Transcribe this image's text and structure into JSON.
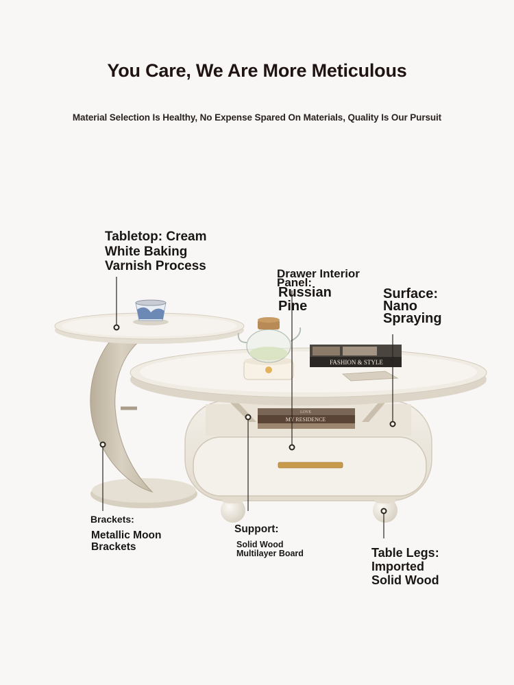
{
  "header": {
    "title": "You Care, We Are More Meticulous",
    "subtitle": "Material Selection Is Healthy, No Expense Spared On Materials, Quality Is Our Pursuit"
  },
  "callouts": {
    "tabletop": [
      "Tabletop: Cream",
      "White Baking",
      "Varnish Process"
    ],
    "drawer_heading": [
      "Drawer Interior",
      "Panel:"
    ],
    "drawer_value": [
      "Russian",
      "Pine"
    ],
    "surface": [
      "Surface:",
      "Nano",
      "Spraying"
    ],
    "brackets_heading": "Brackets:",
    "brackets_value": [
      "Metallic Moon",
      "Brackets"
    ],
    "support_heading": "Support:",
    "support_value": [
      "Solid Wood",
      "Multilayer Board"
    ],
    "legs": [
      "Table Legs:",
      "Imported",
      "Solid Wood"
    ]
  },
  "props": {
    "book_small_title": "MY RESIDENCE",
    "book_top_title": "FASHION & STYLE",
    "book_small_top": "LOVE"
  },
  "colors": {
    "cream": "#ede7db",
    "cream_shadow": "#d9d0c0",
    "bracket": "#cdc4b3",
    "gold": "#c89a4b",
    "marker": "#2a2420",
    "background": "#f8f7f5"
  }
}
